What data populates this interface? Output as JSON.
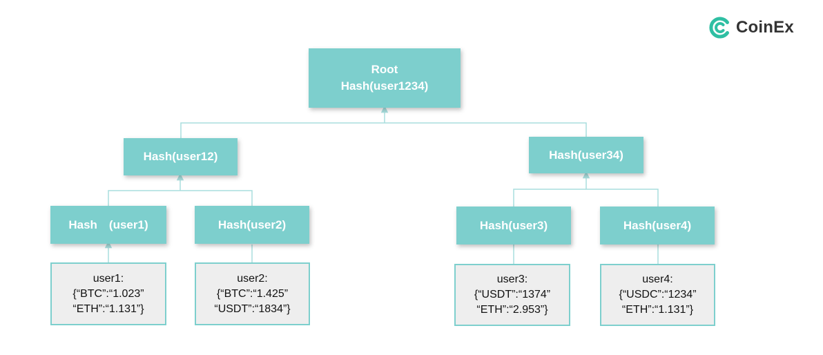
{
  "brand": {
    "name": "CoinEx",
    "color": "#2fbfa3"
  },
  "colors": {
    "node_fill": "#7dcfcd",
    "leaf_fill": "#eeeeee",
    "edge": "#a8dedd"
  },
  "tree": {
    "root": {
      "line1": "Root",
      "line2": "Hash(user1234)"
    },
    "level1": [
      {
        "label": "Hash(user12)"
      },
      {
        "label": "Hash(user34)"
      }
    ],
    "level2": [
      {
        "label": "Hash　(user1)"
      },
      {
        "label": "Hash(user2)"
      },
      {
        "label": "Hash(user3)"
      },
      {
        "label": "Hash(user4)"
      }
    ],
    "leaves": [
      {
        "name": "user1:",
        "line1": "{“BTC”:“1.023”",
        "line2": "“ETH”:“1.131”}"
      },
      {
        "name": "user2:",
        "line1": "{“BTC”:“1.425”",
        "line2": "“USDT”:“1834”}"
      },
      {
        "name": "user3:",
        "line1": "{“USDT”:“1374”",
        "line2": "“ETH”:“2.953”}"
      },
      {
        "name": "user4:",
        "line1": "{“USDC”:“1234”",
        "line2": "“ETH”:“1.131”}"
      }
    ]
  }
}
